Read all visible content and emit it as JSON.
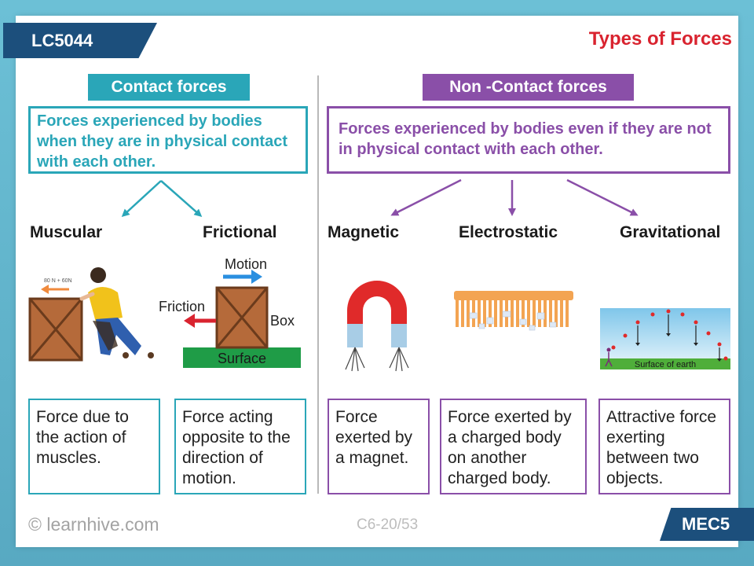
{
  "header": {
    "code": "LC5044",
    "title": "Types of Forces"
  },
  "contact": {
    "heading": "Contact forces",
    "definition": "Forces experienced by bodies when they are in physical contact with each other.",
    "types": [
      {
        "name": "Muscular",
        "description": "Force due to the action of muscles."
      },
      {
        "name": "Frictional",
        "description": "Force acting opposite to the direction of motion."
      }
    ],
    "illustrations": {
      "muscular_force_label": "80 N + 60N",
      "motion": "Motion",
      "friction": "Friction",
      "box": "Box",
      "surface": "Surface"
    }
  },
  "non_contact": {
    "heading": "Non -Contact forces",
    "definition": "Forces experienced by bodies even if they are not in physical contact with each other.",
    "types": [
      {
        "name": "Magnetic",
        "description": "Force exerted by a magnet."
      },
      {
        "name": "Electrostatic",
        "description": "Force exerted by a charged body on another charged body."
      },
      {
        "name": "Gravitational",
        "description": "Attractive force exerting between two objects."
      }
    ],
    "illustrations": {
      "surface_of_earth": "Surface of earth"
    }
  },
  "footer": {
    "copyright": "© learnhive.com",
    "page": "C6-20/53",
    "module": "MEC5"
  },
  "colors": {
    "contact": "#2aa6b8",
    "non_contact": "#8a4fa8",
    "title_red": "#d9232f",
    "banner_navy": "#1c4f7c"
  }
}
